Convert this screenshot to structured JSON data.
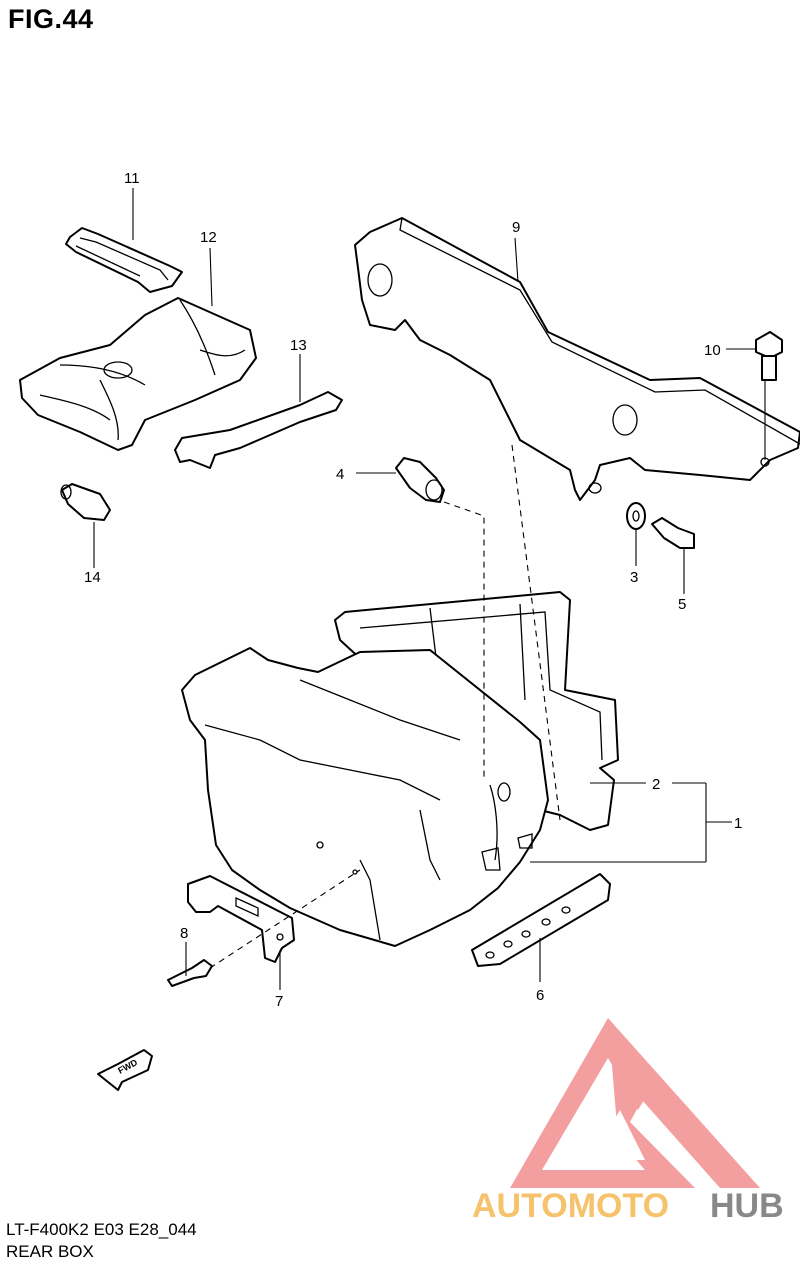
{
  "figure": {
    "title": "FIG.44",
    "model_code": "LT-F400K2 E03 E28_044",
    "section_name": "REAR BOX"
  },
  "callouts": [
    "1",
    "2",
    "3",
    "4",
    "5",
    "6",
    "7",
    "8",
    "9",
    "10",
    "11",
    "12",
    "13",
    "14"
  ],
  "direction_marker": "FWD",
  "watermark": {
    "brand_part1": "AUTOMOTO",
    "brand_part2": "HUB",
    "logo_color": "#f08080",
    "text_color_primary": "#f6c26b",
    "text_color_secondary": "#888888"
  }
}
